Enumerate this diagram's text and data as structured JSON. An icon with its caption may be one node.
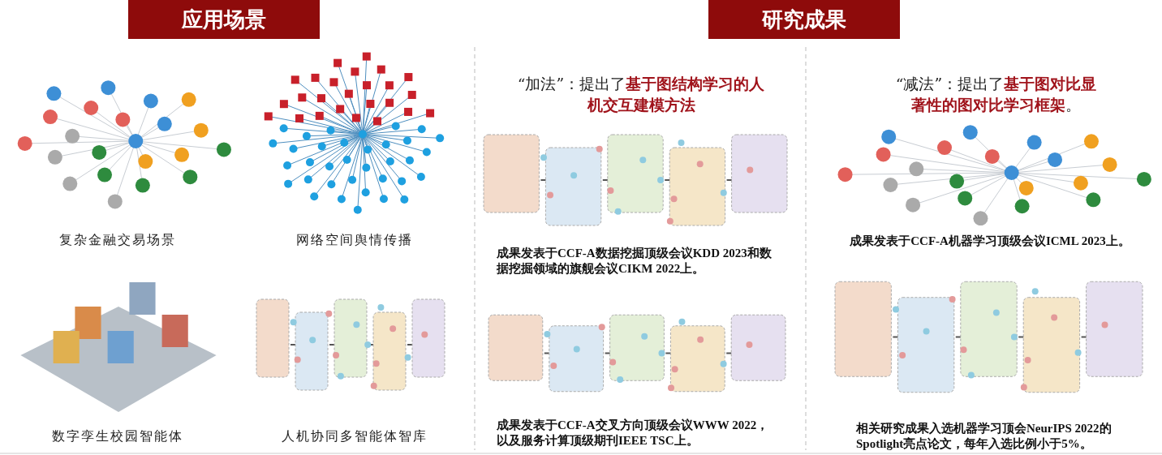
{
  "diagram": {
    "nodes": [
      {
        "text": [
          "应用场景"
        ]
      },
      {
        "text": [
          "研究成果"
        ]
      },
      {
        "text": [],
        "shape": "picture",
        "beside": [
          "复杂金融交易场景"
        ]
      },
      {
        "text": [],
        "shape": "picture",
        "beside": [
          "网络空间舆情传播"
        ]
      },
      {
        "text": [],
        "shape": "picture",
        "beside": [
          "数字孪生校园智能体"
        ]
      },
      {
        "text": [],
        "shape": "picture",
        "beside": [
          "人机协同多智能体智库"
        ]
      },
      {
        "text": [],
        "shape": "picture",
        "beside": [
          "成果发表于CCF-A数据挖掘顶级会议KDD 2023和数据挖掘领域的旗舰会议CIKM 2022上。"
        ]
      },
      {
        "text": [],
        "shape": "picture",
        "beside": [
          "成果发表于CCF-A交叉方向顶级会议WWW 2022，以及服务计算顶级期刊IEEE TSC上。"
        ]
      },
      {
        "text": [],
        "shape": "picture",
        "beside": [
          "成果发表于CCF-A机器学习顶级会议ICML 2023上。"
        ]
      },
      {
        "text": [],
        "shape": "picture",
        "beside": [
          "相关研究成果入选机器学习顶会NeurIPS 2022的Spotlight亮点论文，每年入选比例小于5%。"
        ]
      }
    ],
    "labels": [
      "“加法”：提出了**基于图结构学习的人机交互建模方法**",
      "“减法”：提出了**基于图对比显著性的图对比学习框架**。"
    ]
  }
}
